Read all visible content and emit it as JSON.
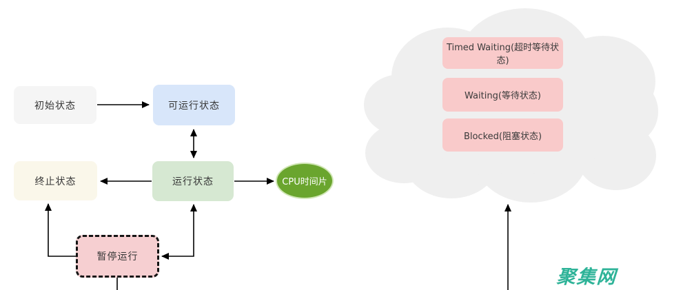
{
  "page": {
    "background": "#ffffff"
  },
  "diagram": {
    "title_hint": "thread-state-transition-diagram",
    "nodes": {
      "initial": {
        "label": "初始状态",
        "fill": "#f5f5f5"
      },
      "runnable": {
        "label": "可运行状态",
        "fill": "#d8e6fa"
      },
      "terminated": {
        "label": "终止状态",
        "fill": "#faf7ea"
      },
      "running": {
        "label": "运行状态",
        "fill": "#d6e8d2"
      },
      "paused": {
        "label": "暂停运行",
        "fill": "#f6cfd1",
        "border_style": "black-dashed"
      },
      "cpu_slice": {
        "label": "CPU时间片",
        "fill": "#6aa52e",
        "text_color": "#ffffff",
        "shape": "ellipse"
      }
    },
    "cloud": {
      "fill": "#efefef",
      "state_fill": "#f9caca",
      "states": [
        {
          "label": "Timed Waiting(超时等待状态)"
        },
        {
          "label": "Waiting(等待状态)"
        },
        {
          "label": "Blocked(阻塞状态)"
        }
      ]
    },
    "edges": [
      {
        "from": "initial",
        "to": "runnable",
        "direction": "one-way"
      },
      {
        "from": "runnable",
        "to": "running",
        "direction": "two-way"
      },
      {
        "from": "running",
        "to": "terminated",
        "direction": "one-way"
      },
      {
        "from": "running",
        "to": "cpu_slice",
        "direction": "one-way"
      },
      {
        "from": "paused",
        "to": "running",
        "direction": "two-way",
        "route": "elbow"
      },
      {
        "from": "paused",
        "to": "terminated",
        "direction": "one-way",
        "route": "elbow"
      },
      {
        "from": "paused",
        "to": "offscreen-bottom",
        "direction": "line-cut-off"
      },
      {
        "from": "offscreen-bottom",
        "to": "cloud",
        "direction": "one-way"
      }
    ],
    "watermark": {
      "text": "聚集网",
      "color": "#2eb398"
    },
    "line_color": "#000000"
  }
}
